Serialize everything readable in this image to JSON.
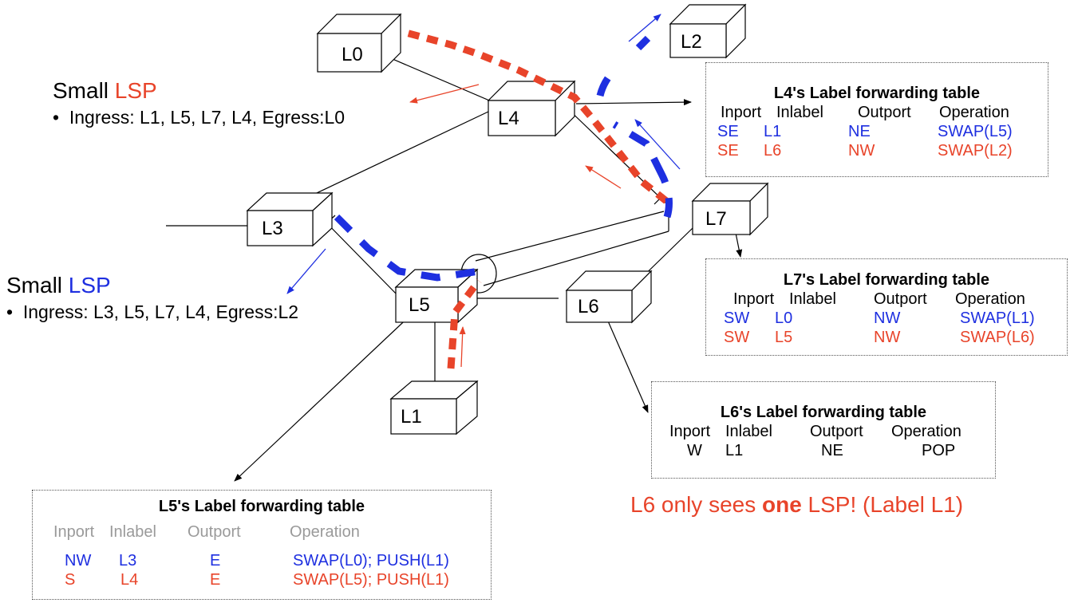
{
  "routers": [
    "L0",
    "L1",
    "L2",
    "L3",
    "L4",
    "L5",
    "L6",
    "L7"
  ],
  "lsp_red": {
    "prefix": "Small ",
    "highlight": "LSP",
    "path": "Ingress: L1, L5, L7, L4, Egress:L0",
    "color": "#e8442a"
  },
  "lsp_blue": {
    "prefix": "Small ",
    "highlight": "LSP",
    "path": "Ingress: L3, L5, L7, L4, Egress:L2",
    "color": "#1e2fe0"
  },
  "tables": {
    "l4": {
      "title": "L4's Label forwarding table",
      "headers": [
        "Inport",
        "Inlabel",
        "Outport",
        "Operation"
      ],
      "rows": [
        {
          "inport": "SE",
          "inlabel": "L1",
          "outport": "NE",
          "operation": "SWAP(L5)",
          "color": "blue"
        },
        {
          "inport": "SE",
          "inlabel": "L6",
          "outport": "NW",
          "operation": "SWAP(L2)",
          "color": "red"
        }
      ]
    },
    "l7": {
      "title": "L7's Label forwarding table",
      "headers": [
        "Inport",
        "Inlabel",
        "Outport",
        "Operation"
      ],
      "rows": [
        {
          "inport": "SW",
          "inlabel": "L0",
          "outport": "NW",
          "operation": "SWAP(L1)",
          "color": "blue"
        },
        {
          "inport": "SW",
          "inlabel": "L5",
          "outport": "NW",
          "operation": "SWAP(L6)",
          "color": "red"
        }
      ]
    },
    "l6": {
      "title": "L6's Label forwarding table",
      "headers": [
        "Inport",
        "Inlabel",
        "Outport",
        "Operation"
      ],
      "rows": [
        {
          "inport": "W",
          "inlabel": "L1",
          "outport": "NE",
          "operation": "POP",
          "color": "black"
        }
      ]
    },
    "l5": {
      "title": "L5's Label forwarding table",
      "headers": [
        "Inport",
        "Inlabel",
        "Outport",
        "Operation"
      ],
      "rows": [
        {
          "inport": "NW",
          "inlabel": "L3",
          "outport": "E",
          "operation": "SWAP(L0); PUSH(L1)",
          "color": "blue"
        },
        {
          "inport": "S",
          "inlabel": "L4",
          "outport": "E",
          "operation": "SWAP(L5); PUSH(L1)",
          "color": "red"
        }
      ]
    }
  },
  "note": {
    "before": "L6 only sees ",
    "bold": "one",
    "after": " LSP! (Label L1)"
  },
  "colors": {
    "red": "#e8442a",
    "blue": "#1e2fe0"
  }
}
